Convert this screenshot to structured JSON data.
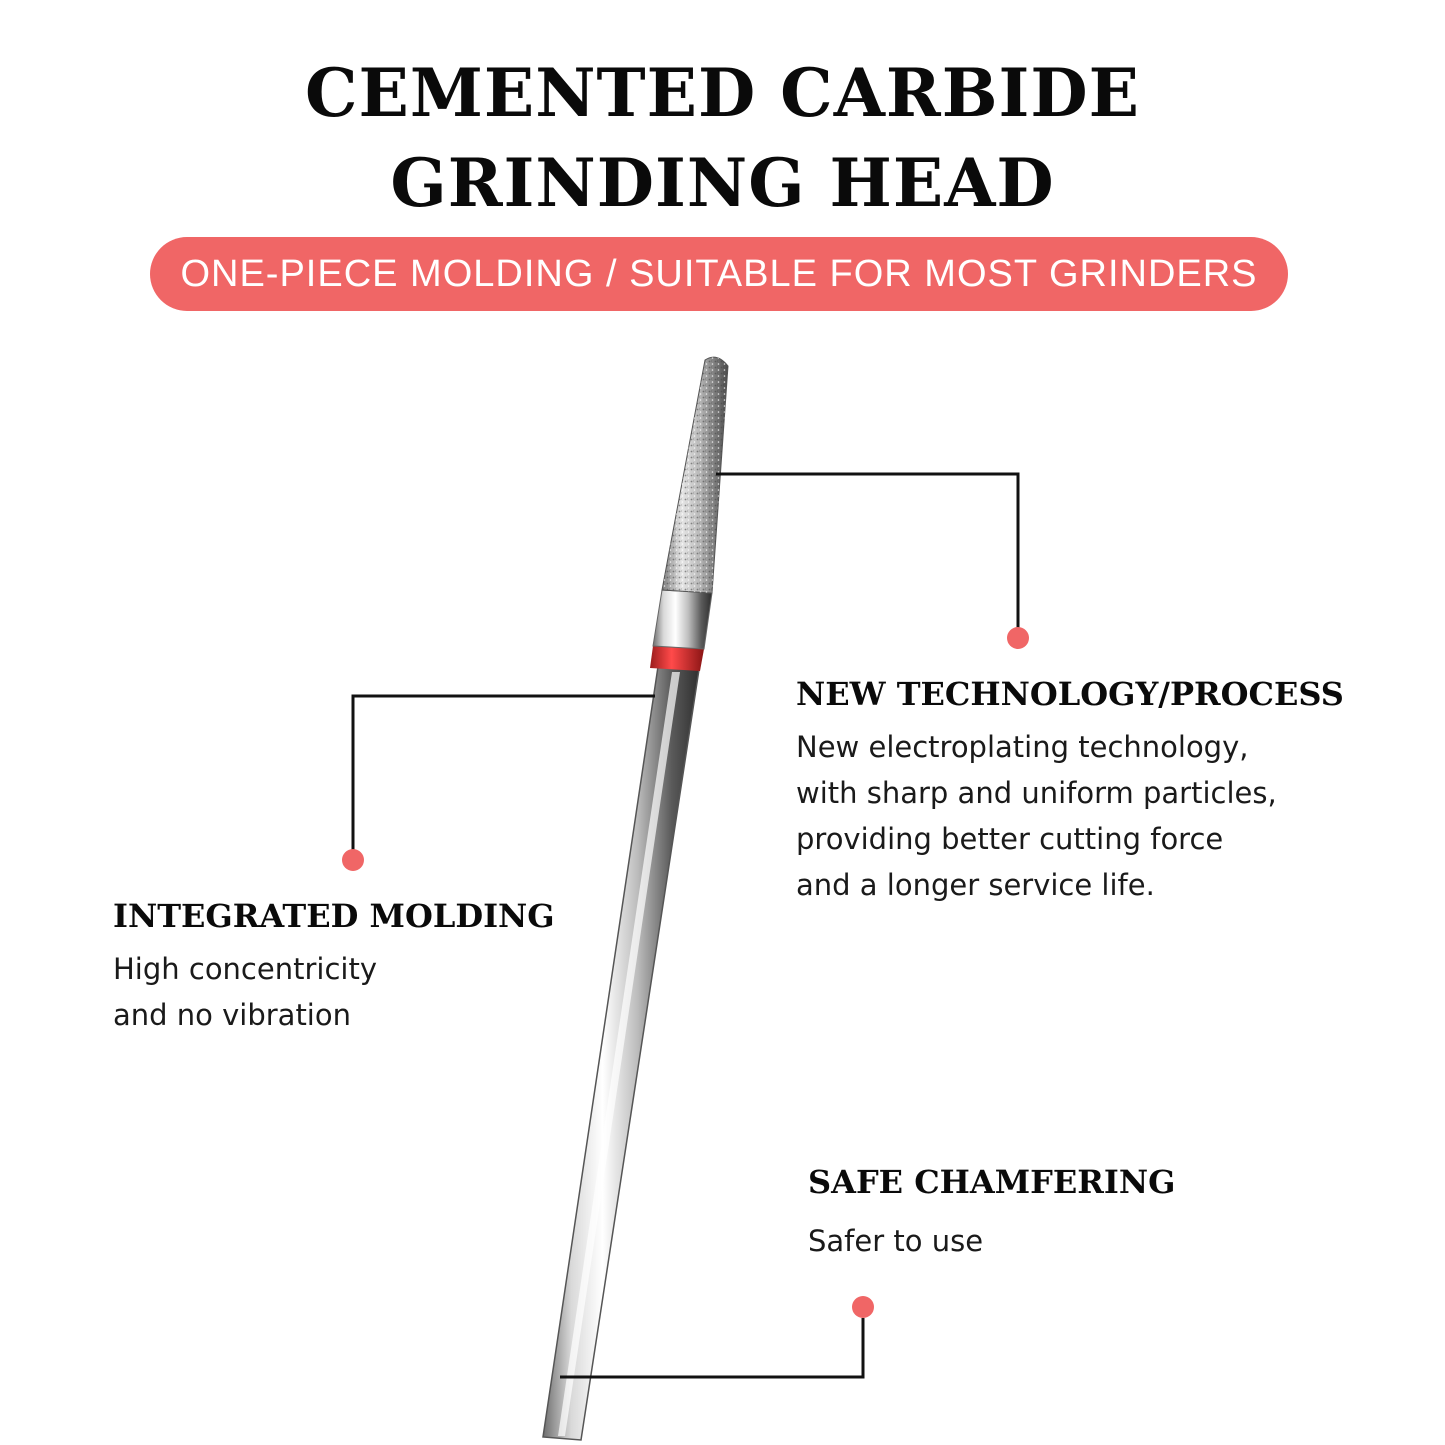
{
  "title": {
    "line1": "CEMENTED CARBIDE",
    "line2": "GRINDING HEAD"
  },
  "banner": {
    "text": "ONE-PIECE MOLDING / SUITABLE FOR MOST GRINDERS",
    "color": "#f06666"
  },
  "accent_color": "#f06666",
  "features": {
    "new_technology": {
      "title": "NEW TECHNOLOGY/PROCESS",
      "lines": [
        "New electroplating technology,",
        "with sharp and uniform particles,",
        "providing better cutting force",
        "and a longer service life."
      ]
    },
    "integrated_molding": {
      "title": "INTEGRATED MOLDING",
      "lines": [
        "High concentricity",
        "and no vibration"
      ]
    },
    "safe_chamfering": {
      "title": "SAFE CHAMFERING",
      "lines": [
        "Safer to use"
      ]
    }
  }
}
